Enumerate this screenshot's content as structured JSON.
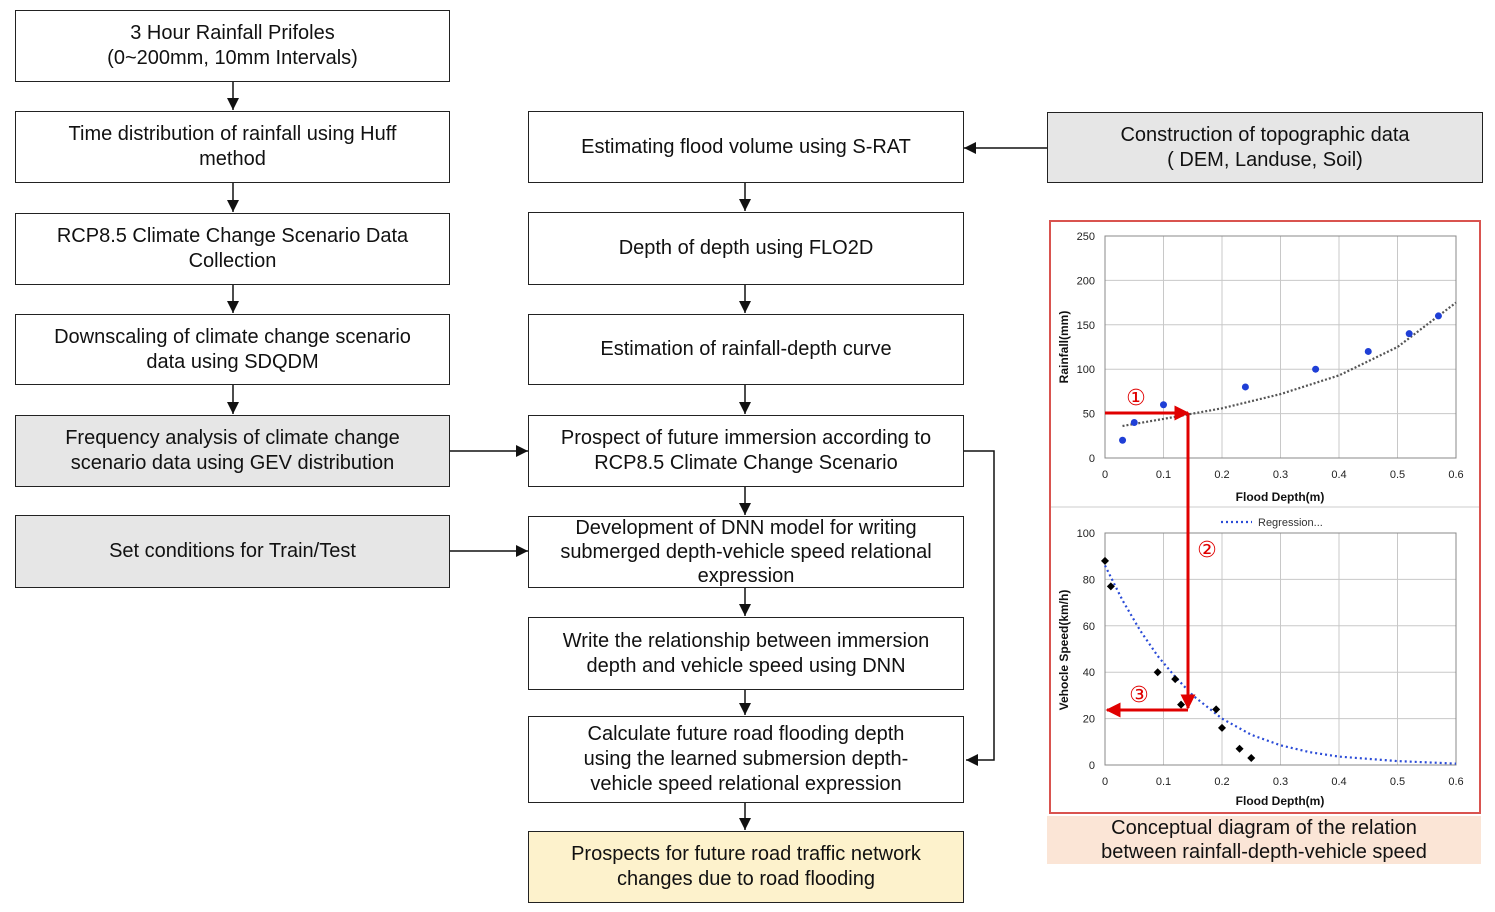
{
  "boxes": {
    "b1": [
      "3 Hour Rainfall Prifoles",
      "(0~200mm, 10mm Intervals)"
    ],
    "b2": [
      "Time distribution of rainfall using Huff",
      "method"
    ],
    "b3": [
      "RCP8.5 Climate Change Scenario Data",
      "Collection"
    ],
    "b4": [
      "Downscaling of climate change scenario",
      "data using SDQDM"
    ],
    "b5": [
      "Frequency analysis of climate change",
      "scenario data using GEV distribution"
    ],
    "b6": [
      "Set conditions for Train/Test"
    ],
    "c1": [
      "Estimating flood volume using S-RAT"
    ],
    "c2": [
      "Depth of depth using FLO2D"
    ],
    "c3": [
      "Estimation of rainfall-depth curve"
    ],
    "c4": [
      "Prospect of future immersion according to",
      "RCP8.5 Climate Change Scenario"
    ],
    "c5": [
      "Development of DNN model for writing",
      "submerged depth-vehicle speed relational",
      "expression"
    ],
    "c6": [
      "Write the relationship between immersion",
      "depth and vehicle speed using DNN"
    ],
    "c7": [
      "Calculate future road flooding depth",
      "using the learned submersion depth-",
      "vehicle speed relational expression"
    ],
    "c8": [
      "Prospects for future road traffic network",
      "changes due to road flooding"
    ],
    "t1": [
      "Construction of topographic data",
      "( DEM, Landuse, Soil)"
    ]
  },
  "caption": [
    "Conceptual diagram of the relation",
    "between rainfall-depth-vehicle  speed"
  ],
  "steps": [
    "①",
    "②",
    "③"
  ],
  "colors": {
    "arrow": "#e00000",
    "frame": "#d9534f",
    "top_points": "#1f3fd6",
    "bottom_points": "#000000",
    "regression": "#2a4bd7"
  },
  "chart_data": [
    {
      "type": "scatter",
      "xlabel": "Flood Depth(m)",
      "ylabel": "Rainfall(mm)",
      "xlim": [
        0,
        0.6
      ],
      "ylim": [
        0,
        250
      ],
      "xticks": [
        "0",
        "0.1",
        "0.2",
        "0.3",
        "0.4",
        "0.5",
        "0.6"
      ],
      "yticks": [
        "0",
        "50",
        "100",
        "150",
        "200",
        "250"
      ],
      "grid": true,
      "points": [
        [
          0.03,
          20
        ],
        [
          0.05,
          40
        ],
        [
          0.1,
          60
        ],
        [
          0.24,
          80
        ],
        [
          0.36,
          100
        ],
        [
          0.45,
          120
        ],
        [
          0.52,
          140
        ],
        [
          0.57,
          160
        ]
      ],
      "trend": [
        [
          0.03,
          36
        ],
        [
          0.1,
          44
        ],
        [
          0.2,
          56
        ],
        [
          0.3,
          72
        ],
        [
          0.4,
          93
        ],
        [
          0.5,
          125
        ],
        [
          0.6,
          175
        ]
      ]
    },
    {
      "type": "scatter",
      "xlabel": "Flood Depth(m)",
      "ylabel": "Vehocle Speed(km/h)",
      "legend": "Regression...",
      "xlim": [
        0,
        0.6
      ],
      "ylim": [
        0,
        100
      ],
      "xticks": [
        "0",
        "0.1",
        "0.2",
        "0.3",
        "0.4",
        "0.5",
        "0.6"
      ],
      "yticks": [
        "0",
        "20",
        "40",
        "60",
        "80",
        "100"
      ],
      "grid": true,
      "points": [
        [
          0.0,
          88
        ],
        [
          0.01,
          77
        ],
        [
          0.09,
          40
        ],
        [
          0.12,
          37
        ],
        [
          0.13,
          26
        ],
        [
          0.19,
          24
        ],
        [
          0.2,
          16
        ],
        [
          0.23,
          7
        ],
        [
          0.25,
          3
        ]
      ],
      "trend": [
        [
          0.0,
          86
        ],
        [
          0.03,
          71
        ],
        [
          0.06,
          58
        ],
        [
          0.09,
          47
        ],
        [
          0.12,
          38
        ],
        [
          0.15,
          30
        ],
        [
          0.2,
          20
        ],
        [
          0.25,
          13
        ],
        [
          0.3,
          8.5
        ],
        [
          0.35,
          5.5
        ],
        [
          0.4,
          3.6
        ],
        [
          0.5,
          1.7
        ],
        [
          0.6,
          0.6
        ]
      ]
    }
  ]
}
